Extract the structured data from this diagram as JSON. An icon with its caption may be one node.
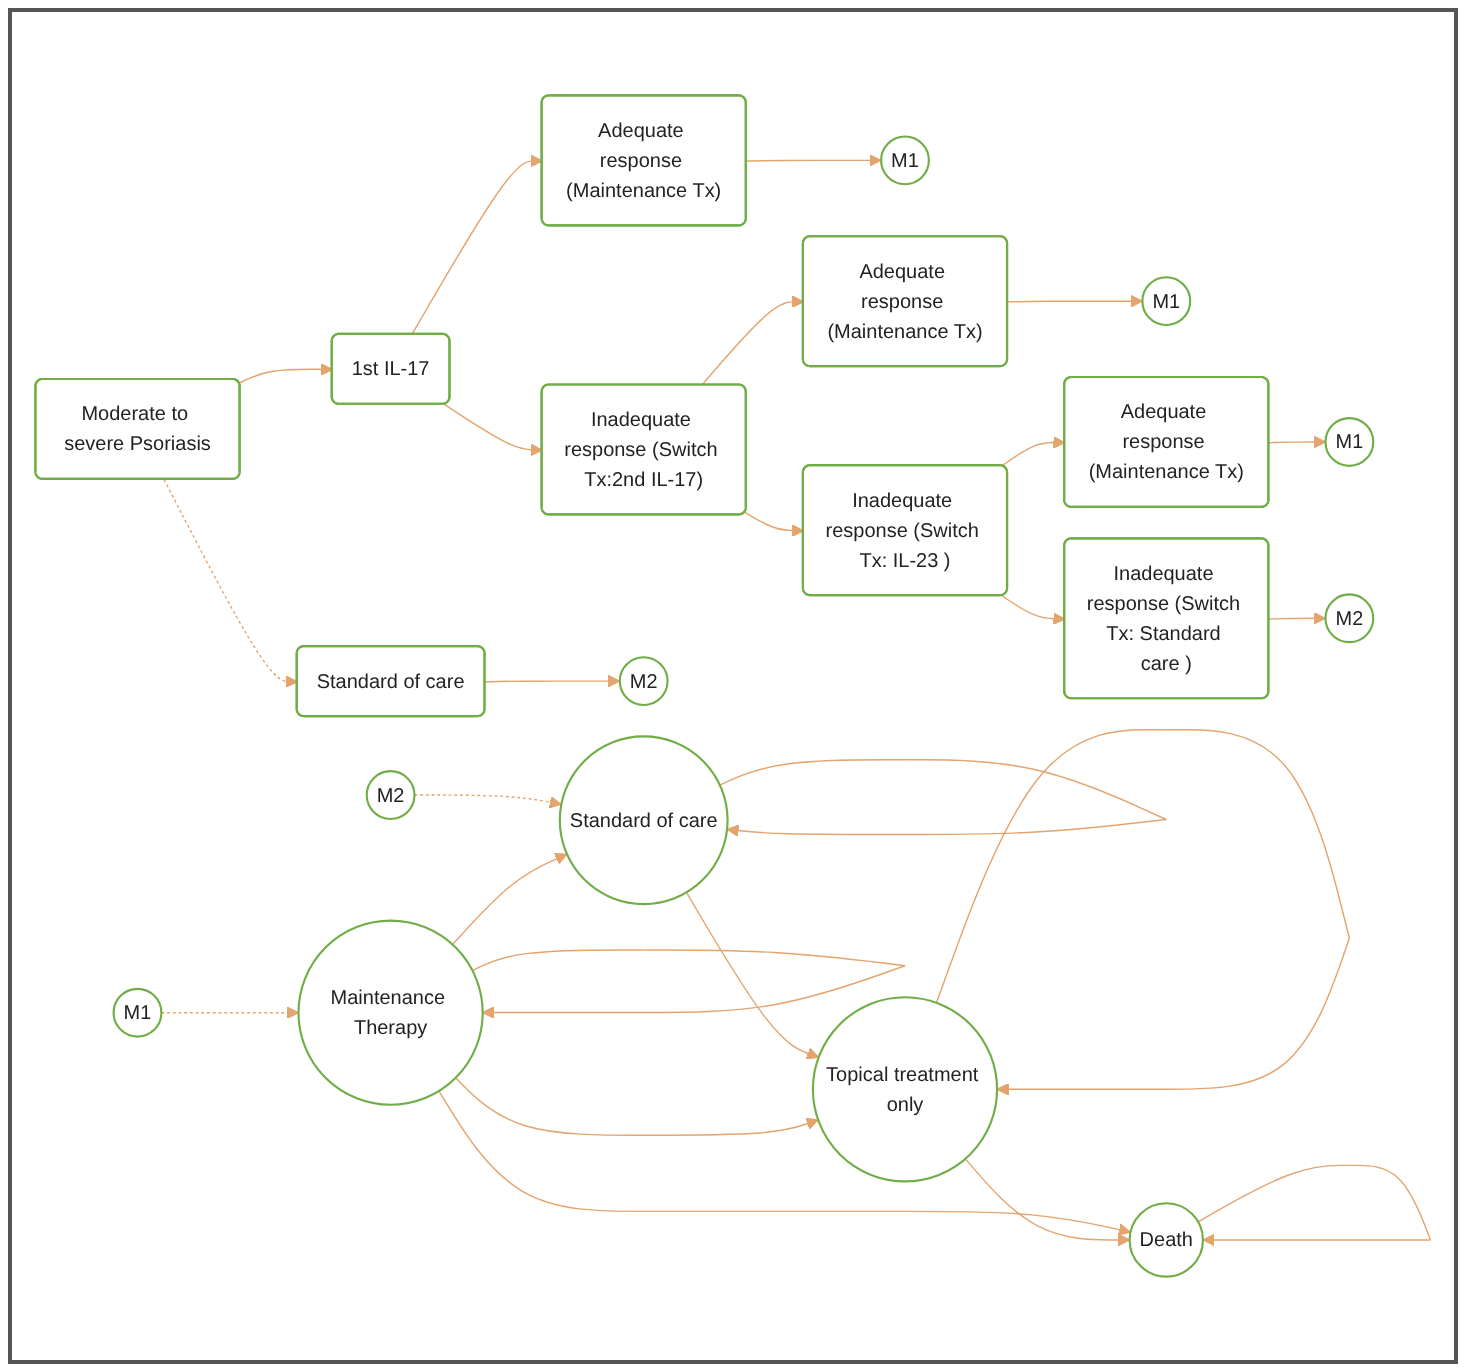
{
  "diagram": {
    "nodes": [
      {
        "text": [
          "Moderate to severe Psoriasis"
        ]
      },
      {
        "text": [
          "1st IL-17"
        ]
      },
      {
        "text": [
          "Adequate response (Maintenance Tx)"
        ]
      },
      {
        "text": [
          "M1"
        ]
      },
      {
        "text": [
          "Inadequate response (Switch Tx:2nd IL-17)"
        ]
      },
      {
        "text": [
          "Adequate response (Maintenance Tx)"
        ]
      },
      {
        "text": [
          "M1"
        ]
      },
      {
        "text": [
          "Inadequate response (Switch Tx: IL-23 )"
        ]
      },
      {
        "text": [
          "Adequate response (Maintenance Tx)"
        ]
      },
      {
        "text": [
          "M1"
        ]
      },
      {
        "text": [
          "Inadequate response (Switch Tx: Standard care )"
        ]
      },
      {
        "text": [
          "M2"
        ]
      },
      {
        "text": [
          "Standard of care"
        ]
      },
      {
        "text": [
          "M2"
        ]
      },
      {
        "text": [
          "Standard of care"
        ]
      },
      {
        "text": [
          "M1"
        ]
      },
      {
        "text": [
          "M2"
        ]
      },
      {
        "text": [
          "Maintenance Therapy"
        ]
      },
      {
        "text": [
          "Topical treatment only"
        ]
      },
      {
        "text": [
          "Death"
        ]
      }
    ],
    "edges": [
      {
        "from": 0,
        "to": 1,
        "arrow": "to"
      },
      {
        "from": 0,
        "to": 12,
        "arrow": "to",
        "style": "dashed"
      },
      {
        "from": 1,
        "to": 2,
        "arrow": "to"
      },
      {
        "from": 1,
        "to": 4,
        "arrow": "to"
      },
      {
        "from": 2,
        "to": 3,
        "arrow": "to"
      },
      {
        "from": 4,
        "to": 5,
        "arrow": "to"
      },
      {
        "from": 4,
        "to": 7,
        "arrow": "to"
      },
      {
        "from": 5,
        "to": 6,
        "arrow": "to"
      },
      {
        "from": 7,
        "to": 8,
        "arrow": "to"
      },
      {
        "from": 7,
        "to": 10,
        "arrow": "to"
      },
      {
        "from": 8,
        "to": 9,
        "arrow": "to"
      },
      {
        "from": 10,
        "to": 11,
        "arrow": "to"
      },
      {
        "from": 12,
        "to": 13,
        "arrow": "to"
      },
      {
        "from": 14,
        "to": 14,
        "arrow": "to"
      },
      {
        "from": 16,
        "to": 14,
        "arrow": "to",
        "style": "dashed"
      },
      {
        "from": 15,
        "to": 17,
        "arrow": "to",
        "style": "dashed"
      },
      {
        "from": 17,
        "to": 14,
        "arrow": "to"
      },
      {
        "from": 14,
        "to": 18,
        "arrow": "to"
      },
      {
        "from": 17,
        "to": 17,
        "arrow": "to"
      },
      {
        "from": 18,
        "to": 18,
        "arrow": "to"
      },
      {
        "from": 17,
        "to": 18,
        "arrow": "to"
      },
      {
        "from": 17,
        "to": 19,
        "arrow": "to"
      },
      {
        "from": 18,
        "to": 19,
        "arrow": "to"
      },
      {
        "from": 19,
        "to": 19,
        "arrow": "to"
      }
    ]
  }
}
